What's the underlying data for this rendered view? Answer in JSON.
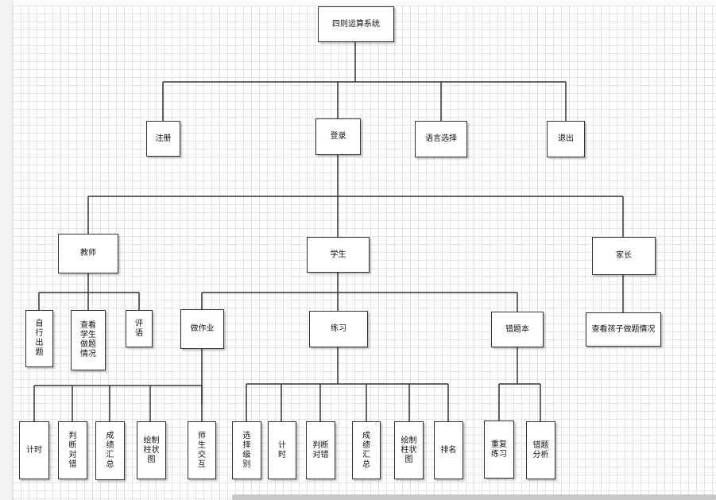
{
  "nodes": {
    "root": "四则运算系统",
    "register": "注册",
    "login": "登录",
    "language": "语言选择",
    "exit": "退出",
    "teacher": "教师",
    "student": "学生",
    "parent": "家长",
    "t_make": "自行出题",
    "t_view": "查看学生做题情况",
    "t_comment": "评语",
    "homework": "做作业",
    "practice": "练习",
    "mistakes": "错题本",
    "p_view": "查看孩子做题情况",
    "hw_timer": "计时",
    "hw_judge": "判断对错",
    "hw_score": "成绩汇总",
    "hw_chart": "绘制柱状图",
    "hw_interact": "师生交互",
    "pr_level": "选择级别",
    "pr_timer": "计时",
    "pr_judge": "判断对错",
    "pr_score": "成绩汇总",
    "pr_chart": "绘制柱状图",
    "pr_rank": "排名",
    "mk_repeat": "重复练习",
    "mk_analysis": "错题分析"
  },
  "colors": {
    "line": "#333333",
    "grid": "#e4e4e4"
  }
}
